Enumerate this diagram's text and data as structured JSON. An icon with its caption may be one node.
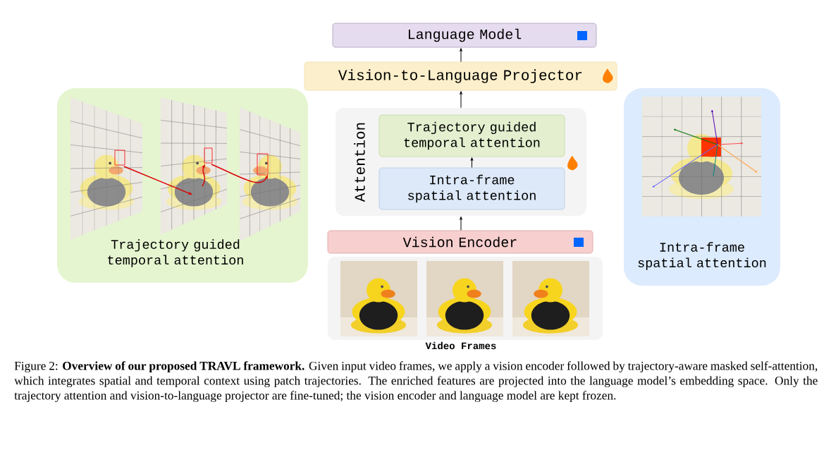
{
  "diagram": {
    "caption": "Figure 2: **Overview of our proposed TRAVL framework.** Given input video frames, we apply a vision encoder followed by trajectory-aware masked self-attention, which integrates spatial and temporal context using patch trajectories. The enriched features are projected into the language model’s embedding space. Only the trajectory attention and vision-to-language projector are fine-tuned; the vision encoder and language model are kept frozen.",
    "nodes": [
      {
        "text": [
          "Language Model"
        ]
      },
      {
        "text": [
          "Vision-to-Language Projector"
        ]
      },
      {
        "text": [
          "Attention"
        ]
      },
      {
        "text": [
          "Trajectory guided temporal attention"
        ],
        "in": 2
      },
      {
        "text": [
          "Intra-frame spatial attention"
        ],
        "in": 2
      },
      {
        "text": [
          "Vision Encoder"
        ]
      },
      {
        "text": [
          "Video Frames"
        ]
      },
      {
        "text": [
          "Trajectory guided temporal attention"
        ]
      },
      {
        "text": [
          "Intra-frame spatial attention"
        ]
      }
    ],
    "edges": [
      {
        "from": 1,
        "to": 0,
        "arrow": "to"
      },
      {
        "from": 2,
        "to": 1,
        "arrow": "to"
      },
      {
        "from": 4,
        "to": 3,
        "arrow": "to"
      },
      {
        "from": 5,
        "to": 2,
        "arrow": "to"
      }
    ]
  }
}
